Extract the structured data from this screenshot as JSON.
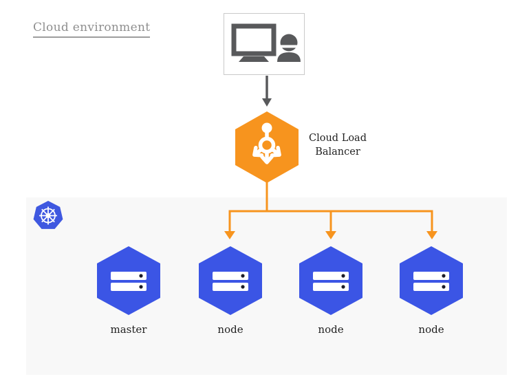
{
  "title": "Cloud environment",
  "colors": {
    "accent_orange": "#F7941E",
    "node_blue": "#3B55E5",
    "kubernetes_blue": "#3F58E0",
    "panel_gray": "#F8F8F8",
    "icon_gray": "#58595B",
    "title_gray": "#8F8F8F",
    "label_dark": "#1F1F1F"
  },
  "icons": {
    "user": "user-workstation-icon",
    "load_balancer": "load-balancer-hexagon-icon",
    "kubernetes": "kubernetes-helm-wheel-icon",
    "server": "server-hexagon-icon"
  },
  "load_balancer": {
    "label": "Cloud Load Balancer"
  },
  "cluster": {
    "nodes": [
      {
        "label": "master"
      },
      {
        "label": "node"
      },
      {
        "label": "node"
      },
      {
        "label": "node"
      }
    ]
  }
}
